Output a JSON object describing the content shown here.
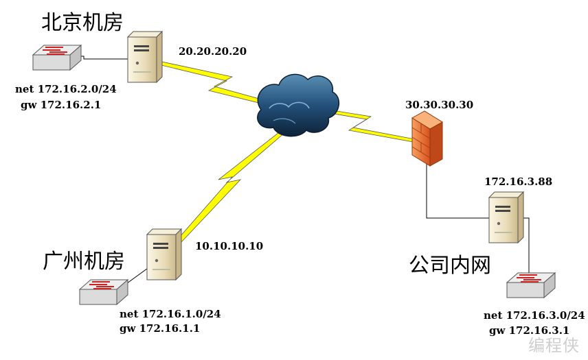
{
  "sites": {
    "beijing": {
      "name": "北京机房",
      "public_ip": "20.20.20.20",
      "net": "net 172.16.2.0/24",
      "gw": "gw 172.16.2.1"
    },
    "guangzhou": {
      "name": "广州机房",
      "public_ip": "10.10.10.10",
      "net": "net 172.16.1.0/24",
      "gw": "gw 172.16.1.1"
    },
    "office": {
      "name": "公司内网",
      "firewall_ip": "30.30.30.30",
      "server_ip": "172.16.3.88",
      "net": "net 172.16.3.0/24",
      "gw": "gw 172.16.3.1"
    }
  },
  "watermark": "编程侠",
  "colors": {
    "lightning": "#ffff00",
    "cloud": "#1f4a6e",
    "firewall": "#f07030",
    "server": "#efe4c8"
  }
}
